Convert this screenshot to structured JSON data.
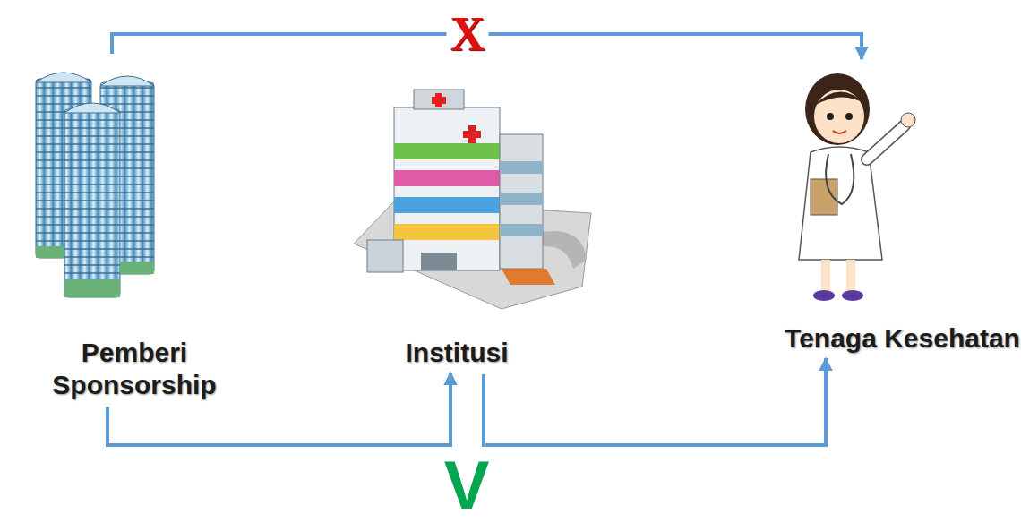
{
  "diagram": {
    "nodes": [
      {
        "text": [
          "Pemberi Sponsorship"
        ]
      },
      {
        "text": [
          "Institusi"
        ]
      },
      {
        "text": [
          "Tenaga Kesehatan"
        ]
      }
    ],
    "edges": [
      {
        "from": 0,
        "to": 2,
        "arrow": "to",
        "label": "X"
      },
      {
        "from": 0,
        "to": 1,
        "arrow": "to"
      },
      {
        "from": 1,
        "to": 2,
        "arrow": "to"
      }
    ],
    "labels": [
      "V"
    ]
  }
}
